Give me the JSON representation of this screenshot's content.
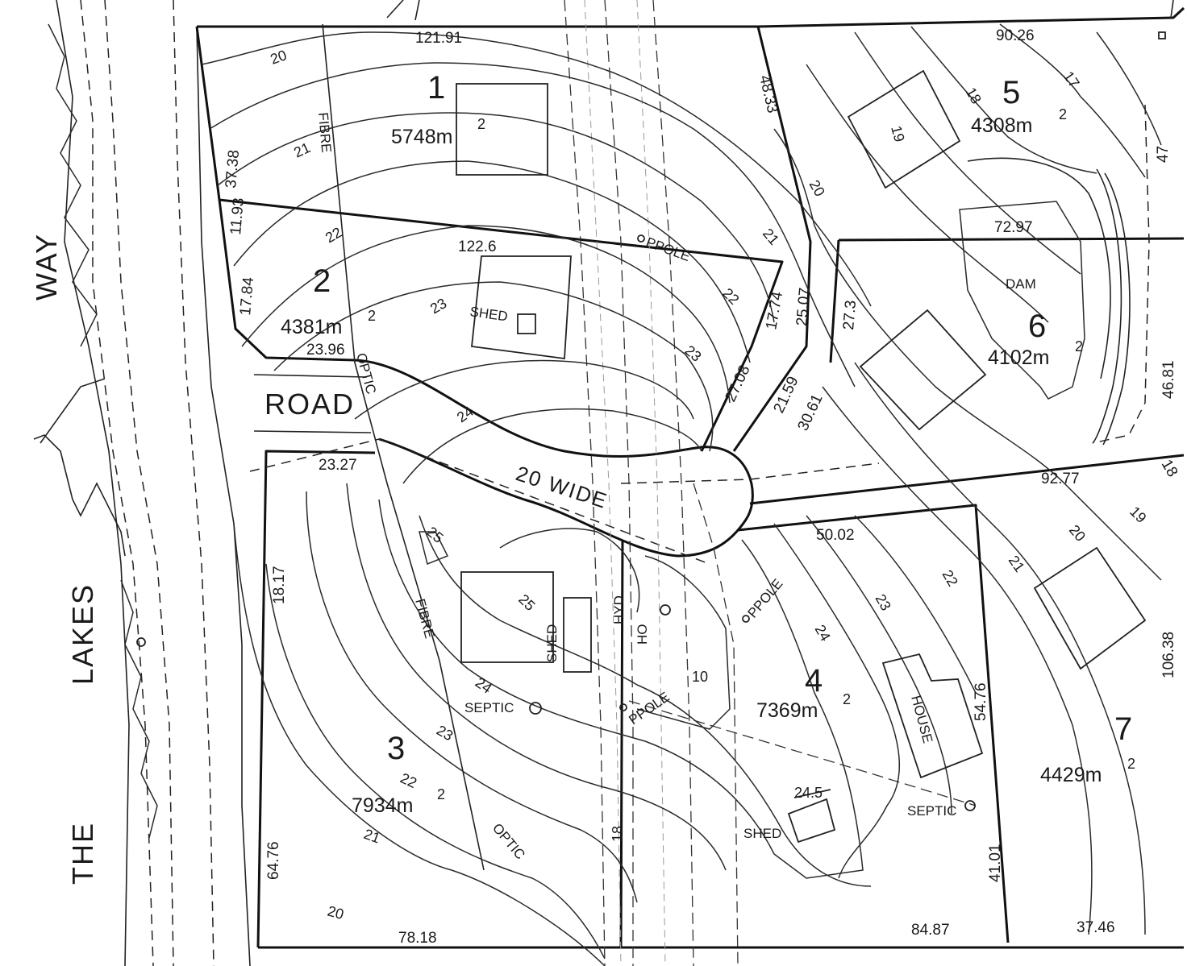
{
  "streets": {
    "road": "ROAD",
    "road_width": "20 WIDE",
    "way": "WAY",
    "lakes": "LAKES",
    "the": "THE"
  },
  "lots": [
    {
      "number": "1",
      "area": "5748m",
      "sup": "2"
    },
    {
      "number": "2",
      "area": "4381m",
      "sup": "2"
    },
    {
      "number": "3",
      "area": "7934m",
      "sup": "2"
    },
    {
      "number": "4",
      "area": "7369m",
      "sup": "2"
    },
    {
      "number": "5",
      "area": "4308m",
      "sup": "2"
    },
    {
      "number": "6",
      "area": "4102m",
      "sup": "2"
    },
    {
      "number": "7",
      "area": "4429m",
      "sup": "2"
    }
  ],
  "dimensions": [
    "121.91",
    "90.26",
    "37.38",
    "11.93",
    "17.84",
    "48.33",
    "47",
    "122.6",
    "72.97",
    "23.96",
    "17.74",
    "25.07",
    "27.3",
    "27.08",
    "21.59",
    "30.61",
    "46.81",
    "23.27",
    "92.77",
    "50.02",
    "18.17",
    "106.38",
    "54.76",
    "64.76",
    "41.01",
    "78.18",
    "84.87",
    "37.46",
    "18"
  ],
  "contours": [
    "20",
    "21",
    "22",
    "23",
    "24",
    "25",
    "19",
    "18",
    "17",
    "24.5",
    "10"
  ],
  "features": {
    "fibre": "FIBRE",
    "optic": "OPTIC",
    "shed": "SHED",
    "dam": "DAM",
    "septic": "SEPTIC",
    "hyd": "HYD",
    "house": "HOUSE",
    "pole": "P.POLE",
    "pole_short": "PPOLE",
    "ho": "HO"
  }
}
